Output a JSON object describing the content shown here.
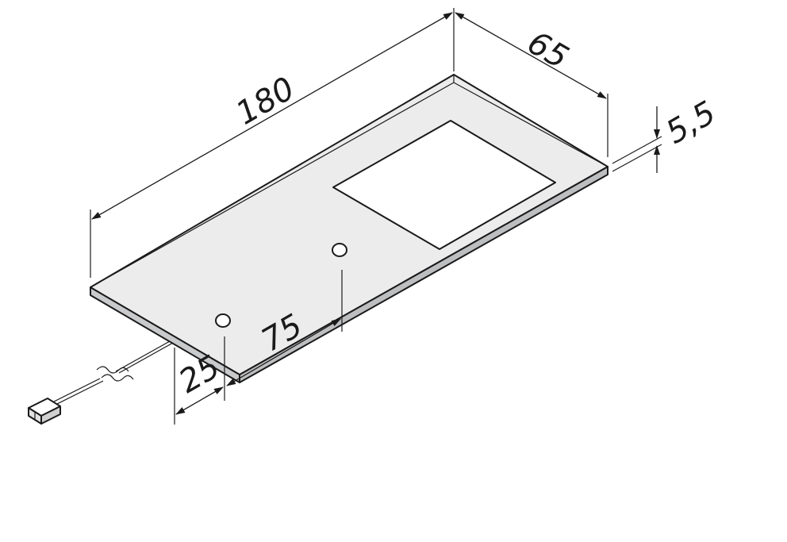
{
  "dimensions": {
    "length": "180",
    "width": "65",
    "height": "5,5",
    "hole_spacing": "75",
    "hole_offset": "25"
  },
  "colors": {
    "line": "#1a1a1a",
    "top_face": "#ececed",
    "side_face": "#c9cacc",
    "window": "#ffffff",
    "background": "#ffffff"
  },
  "parts": {
    "light_window_icon": "square-led-window",
    "mount_holes": 2,
    "connector_icon": "plug-connector-icon",
    "cable_break_icon": "wavy-break-icon"
  }
}
